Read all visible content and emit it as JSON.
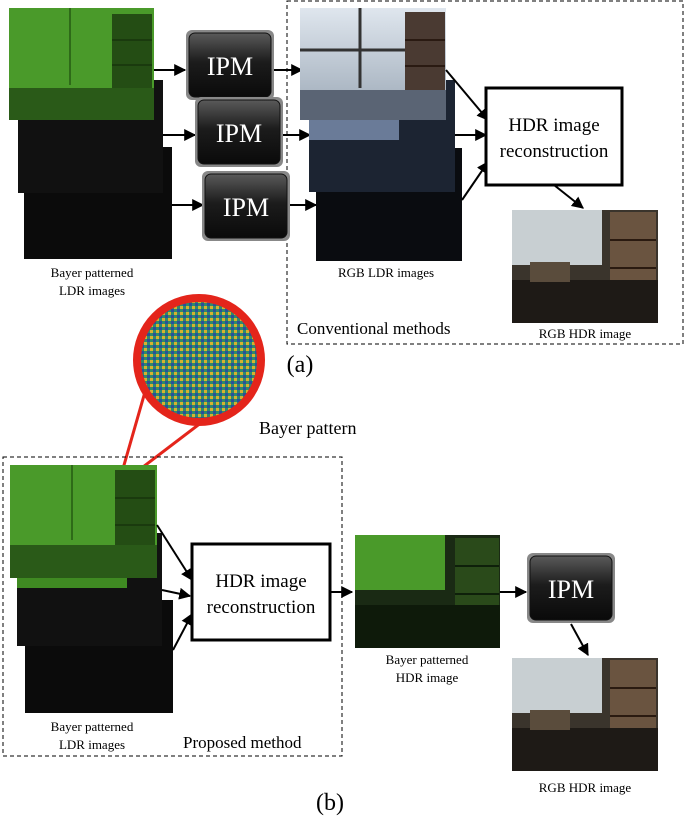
{
  "panel_a": {
    "input_label_line1": "Bayer patterned",
    "input_label_line2": "LDR images",
    "ipm_1": "IPM",
    "ipm_2": "IPM",
    "ipm_3": "IPM",
    "rgb_ldr_label": "RGB LDR images",
    "hdr_box_line1": "HDR image",
    "hdr_box_line2": "reconstruction",
    "output_label": "RGB HDR image",
    "section_label": "Conventional methods",
    "letter": "(a)"
  },
  "zoom": {
    "label": "Bayer pattern"
  },
  "panel_b": {
    "input_label_line1": "Bayer patterned",
    "input_label_line2": "LDR images",
    "hdr_box_line1": "HDR image",
    "hdr_box_line2": "reconstruction",
    "bayer_hdr_line1": "Bayer patterned",
    "bayer_hdr_line2": "HDR image",
    "ipm": "IPM",
    "output_label": "RGB HDR image",
    "section_label": "Proposed method",
    "letter": "(b)"
  },
  "colors": {
    "bayer_green": "#4a9a2a",
    "dark_frame": "#0c0c0c",
    "zoom_ring": "#e4251b",
    "chip_body": "#1d1d1d"
  }
}
